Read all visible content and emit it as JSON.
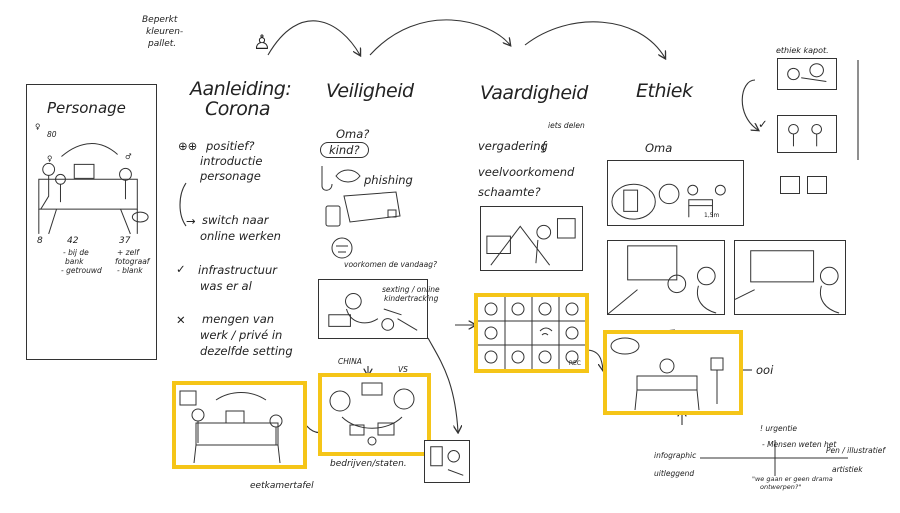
{
  "note_top": [
    "Beperkt",
    "kleuren-",
    "pallet."
  ],
  "persona": {
    "title": "Personage",
    "age_top": "80",
    "age_left": "8",
    "age_mid": "42",
    "age_right": "37",
    "mid_details": [
      "- bij de",
      "bank",
      "- getrouwd"
    ],
    "right_details": [
      "+ zelf",
      "fotograaf",
      "- blank"
    ]
  },
  "columns": {
    "aanleiding": {
      "title": [
        "Aanleiding:",
        "Corona"
      ],
      "bullet_plus": [
        "positief?",
        "introductie",
        "personage"
      ],
      "switch": [
        "switch naar",
        "online werken"
      ],
      "infra": [
        "infrastructuur",
        "was er al"
      ],
      "mengen": [
        "mengen van",
        "werk / privé in",
        "dezelfde setting"
      ],
      "label_table": "eetkamertafel"
    },
    "veiligheid": {
      "title": "Veiligheid",
      "oma": "Oma?",
      "kind": "kind?",
      "phishing": "phishing",
      "frame_note": "voorkomen de vandaag?",
      "frame_note2": [
        "sexting / online",
        "kindertracking"
      ],
      "label_china": "CHINA",
      "label_vs": "VS",
      "label_devices": "bedrijven/staten."
    },
    "vaardigheid": {
      "title": "Vaardigheid",
      "items": [
        "vergadering",
        "veelvoorkomend",
        "schaamte?"
      ],
      "iets_delen": "iets delen",
      "rec": "REC"
    },
    "ethiek": {
      "title": "Ethiek",
      "oma": "Oma",
      "label_ooi": "ooi",
      "dist": "1,5m"
    },
    "side": {
      "label_kapot": "ethiek kapot."
    }
  },
  "axis": {
    "top": "! urgentie",
    "left_top": "infographic",
    "left_bottom": "uitleggend",
    "right_top": "Pen / illustratief",
    "right_bottom": "artistiek",
    "mid_note": "- Mensen weten het",
    "bottom_note": [
      "\"we gaan er geen drama",
      "ontwerpen?\""
    ]
  }
}
